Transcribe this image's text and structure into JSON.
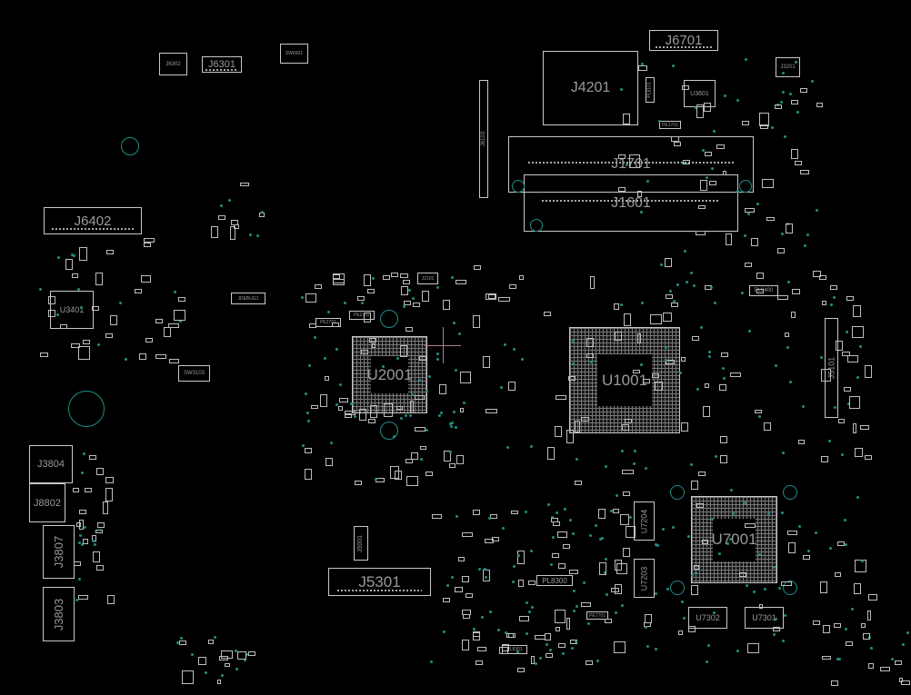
{
  "viewer": {
    "background": "#000000",
    "outline_color": "#c8c8c8",
    "via_color": "#1f8f87"
  },
  "components": {
    "J6701": "J6701",
    "J4201": "J4201",
    "J1701": "J1701",
    "J1601": "J1601",
    "J6402": "J6402",
    "U3401": "U3401",
    "U2001": "U2001",
    "U1001": "U1001",
    "U7001": "U7001",
    "U7204": "U7204",
    "U7203": "U7203",
    "U7302": "U7302",
    "U7301": "U7301",
    "J3804": "J3804",
    "J8802": "J8802",
    "J3807": "J3807",
    "J3803": "J3803",
    "J5301": "J5301",
    "J5001": "J5001",
    "J5101": "J5101",
    "J6103": "J6103",
    "U3601": "U3601",
    "J3201": "J3201",
    "SW3103": "SW3103",
    "J6301": "J6301",
    "J6302": "J6302",
    "SW6501": "SW6501",
    "JDEBUG1": "JDEBUG1",
    "J2101": "J2101",
    "PL8300": "PL8300",
    "PL8400": "PL8400",
    "PL8301": "PL8301",
    "PL8101": "PL8101",
    "PE2701": "PE2701",
    "PE2702": "PE2702",
    "PE1701": "PE1701",
    "PE7701": "PE7701"
  }
}
